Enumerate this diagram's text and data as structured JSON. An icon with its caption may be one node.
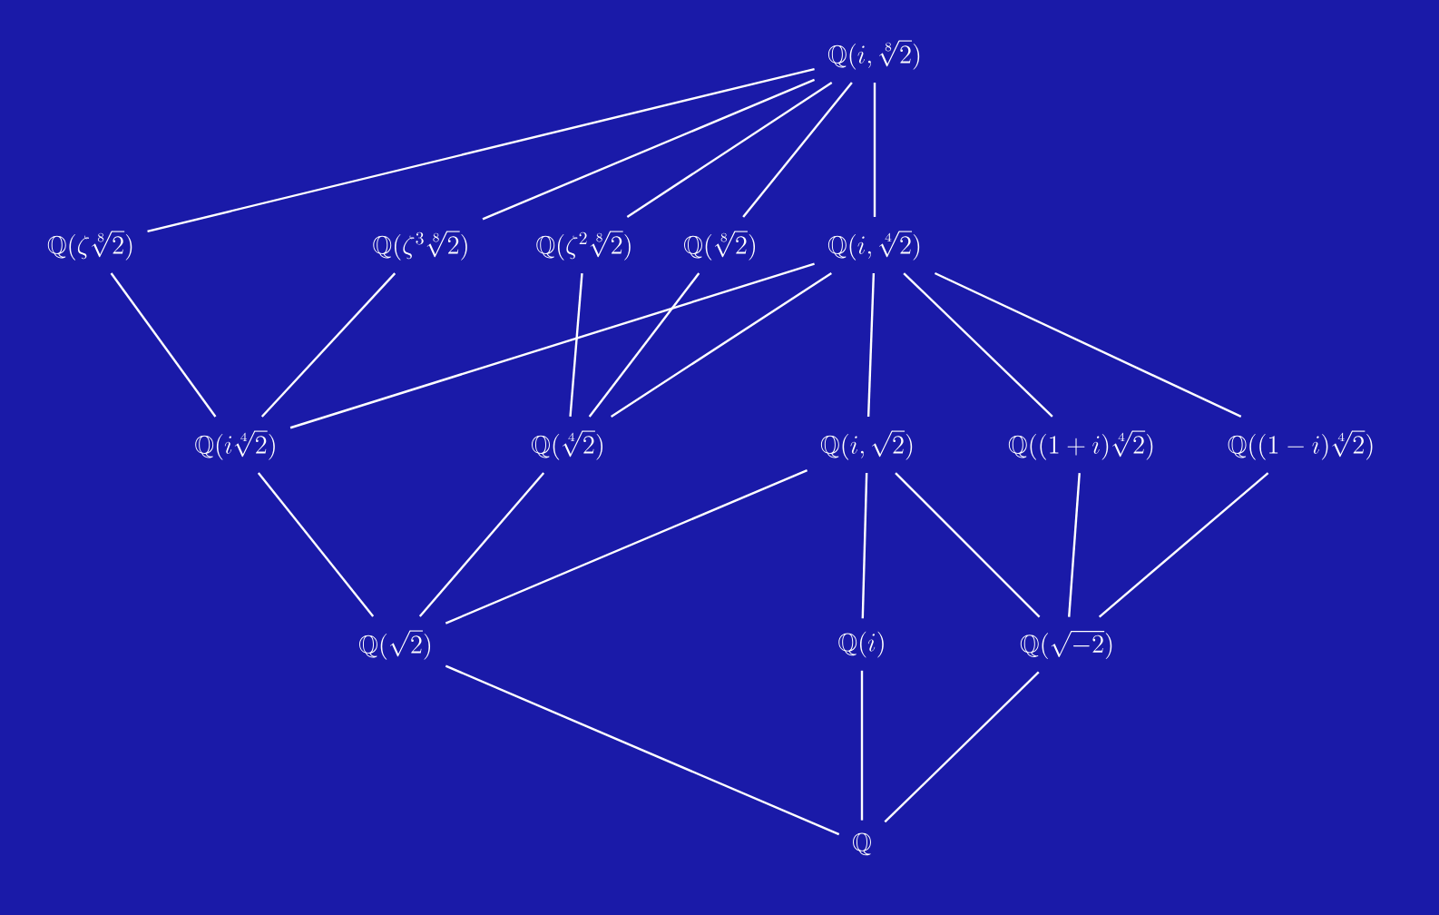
{
  "diagram": {
    "nodes": [
      {
        "text": [
          "\\mathbb{Q}(i,\\sqrt[8]{2})"
        ]
      },
      {
        "text": [
          "\\mathbb{Q}(\\zeta\\sqrt[8]{2})"
        ]
      },
      {
        "text": [
          "\\mathbb{Q}(\\zeta^{3}\\sqrt[8]{2})"
        ]
      },
      {
        "text": [
          "\\mathbb{Q}(\\zeta^{2}\\sqrt[8]{2})"
        ]
      },
      {
        "text": [
          "\\mathbb{Q}(\\sqrt[8]{2})"
        ]
      },
      {
        "text": [
          "\\mathbb{Q}(i,\\sqrt[4]{2})"
        ]
      },
      {
        "text": [
          "\\mathbb{Q}(i\\sqrt[4]{2})"
        ]
      },
      {
        "text": [
          "\\mathbb{Q}(\\sqrt[4]{2})"
        ]
      },
      {
        "text": [
          "\\mathbb{Q}(i,\\sqrt{2})"
        ]
      },
      {
        "text": [
          "\\mathbb{Q}((1+i)\\sqrt[4]{2})"
        ]
      },
      {
        "text": [
          "\\mathbb{Q}((1-i)\\sqrt[4]{2})"
        ]
      },
      {
        "text": [
          "\\mathbb{Q}(\\sqrt{2})"
        ]
      },
      {
        "text": [
          "\\mathbb{Q}(i)"
        ]
      },
      {
        "text": [
          "\\mathbb{Q}(\\sqrt{-2})"
        ]
      },
      {
        "text": [
          "\\mathbb{Q}"
        ]
      }
    ],
    "edges": [
      {
        "from": 0,
        "to": 1,
        "arrow": "none"
      },
      {
        "from": 0,
        "to": 2,
        "arrow": "none"
      },
      {
        "from": 0,
        "to": 3,
        "arrow": "none"
      },
      {
        "from": 0,
        "to": 4,
        "arrow": "none"
      },
      {
        "from": 0,
        "to": 5,
        "arrow": "none"
      },
      {
        "from": 1,
        "to": 6,
        "arrow": "none"
      },
      {
        "from": 2,
        "to": 6,
        "arrow": "none"
      },
      {
        "from": 5,
        "to": 6,
        "arrow": "none"
      },
      {
        "from": 3,
        "to": 7,
        "arrow": "none"
      },
      {
        "from": 4,
        "to": 7,
        "arrow": "none"
      },
      {
        "from": 5,
        "to": 7,
        "arrow": "none"
      },
      {
        "from": 5,
        "to": 8,
        "arrow": "none"
      },
      {
        "from": 5,
        "to": 9,
        "arrow": "none"
      },
      {
        "from": 5,
        "to": 10,
        "arrow": "none"
      },
      {
        "from": 6,
        "to": 11,
        "arrow": "none"
      },
      {
        "from": 7,
        "to": 11,
        "arrow": "none"
      },
      {
        "from": 8,
        "to": 11,
        "arrow": "none"
      },
      {
        "from": 8,
        "to": 12,
        "arrow": "none"
      },
      {
        "from": 8,
        "to": 13,
        "arrow": "none"
      },
      {
        "from": 9,
        "to": 13,
        "arrow": "none"
      },
      {
        "from": 10,
        "to": 13,
        "arrow": "none"
      },
      {
        "from": 11,
        "to": 14,
        "arrow": "none"
      },
      {
        "from": 12,
        "to": 14,
        "arrow": "none"
      },
      {
        "from": 13,
        "to": 14,
        "arrow": "none"
      }
    ]
  }
}
